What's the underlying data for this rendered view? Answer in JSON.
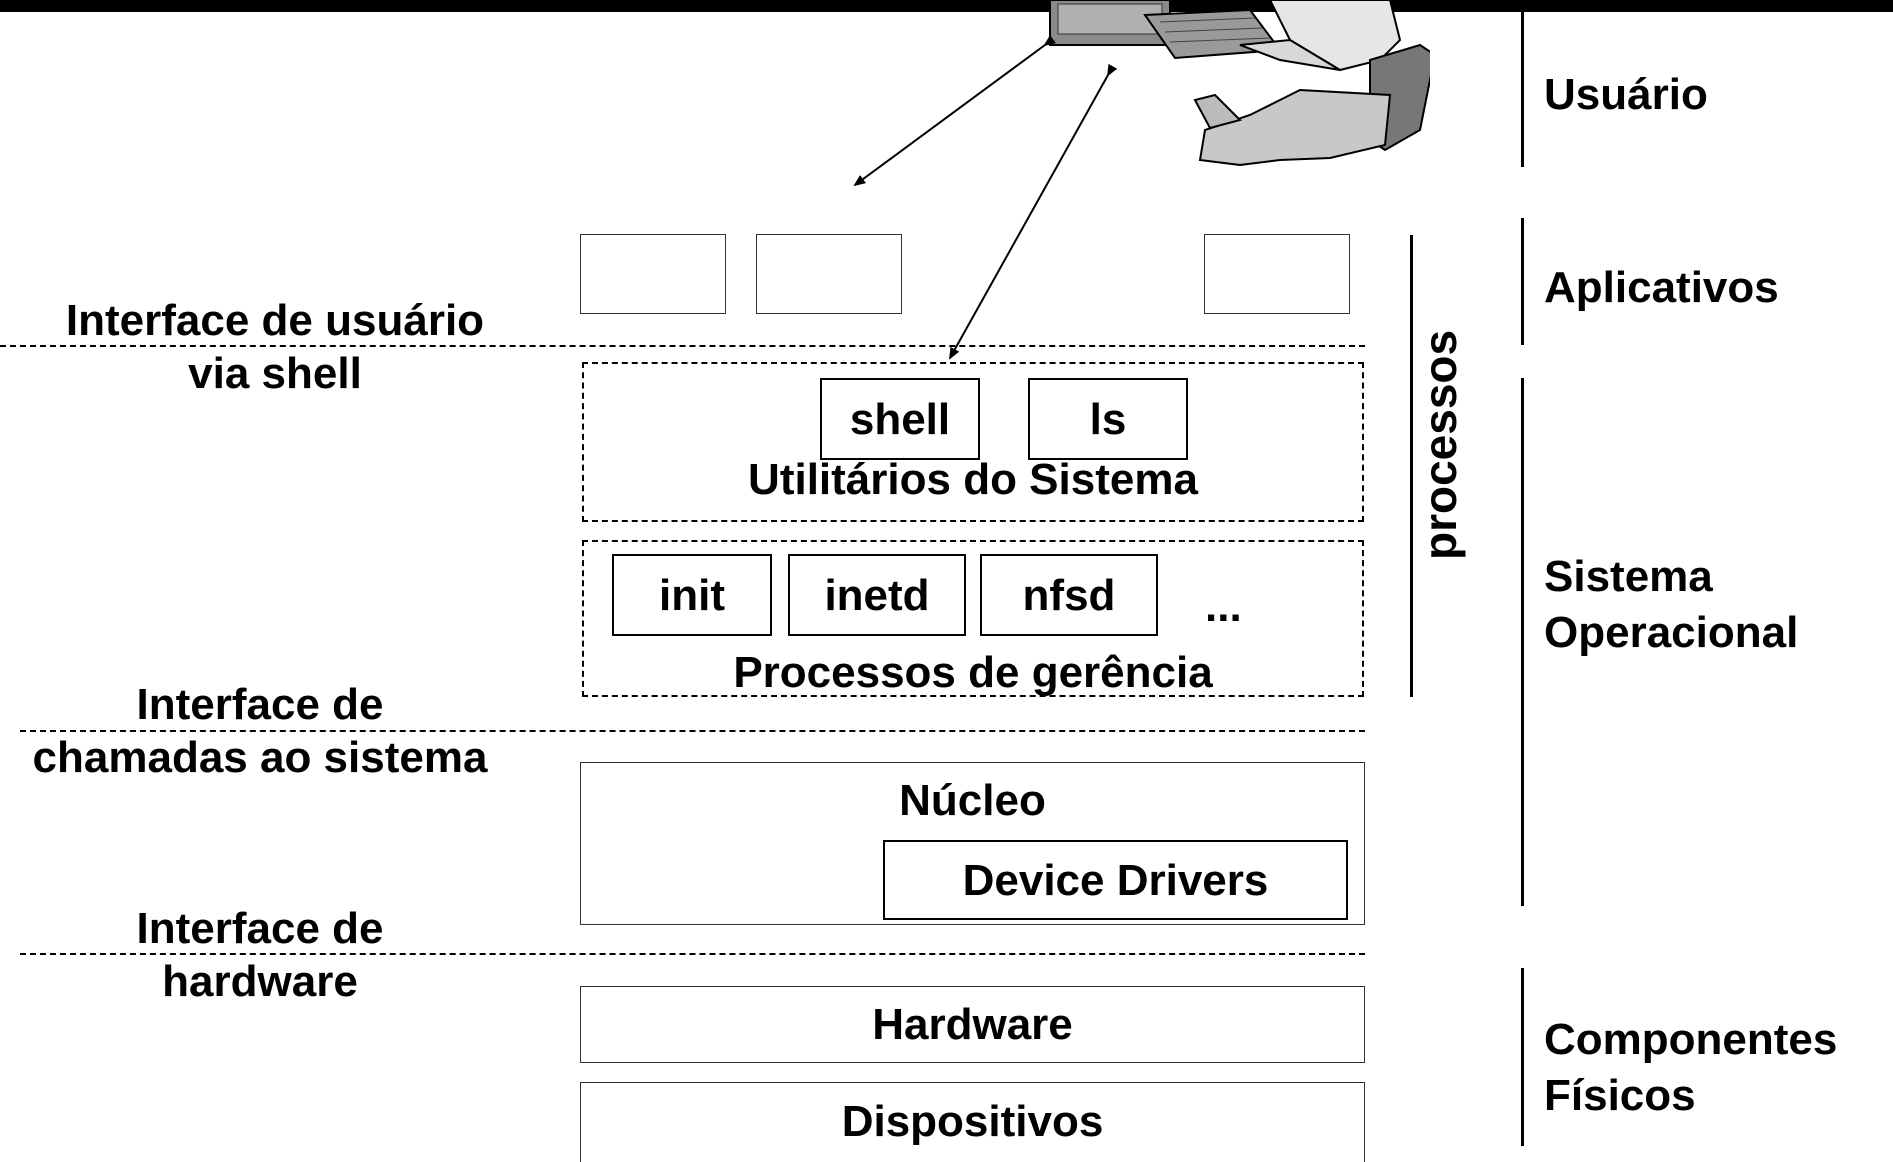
{
  "diagram": {
    "user_image": "user-at-computer-illustration",
    "interfaces": {
      "user_shell": [
        "Interface de usuário",
        "via shell"
      ],
      "syscall": [
        "Interface de",
        "chamadas ao sistema"
      ],
      "hardware": [
        "Interface de",
        "hardware"
      ]
    },
    "utilities": {
      "title": "Utilitários do Sistema",
      "items": [
        "shell",
        "ls"
      ]
    },
    "management": {
      "title": "Processos de gerência",
      "items": [
        "init",
        "inetd",
        "nfsd"
      ],
      "ellipsis": "..."
    },
    "kernel": {
      "title": "Núcleo",
      "drivers": "Device Drivers"
    },
    "hardware": "Hardware",
    "devices": "Dispositivos",
    "processes_label": "processos",
    "levels": {
      "user": "Usuário",
      "applications": "Aplicativos",
      "os": [
        "Sistema",
        "Operacional"
      ],
      "physical": [
        "Componentes",
        "Físicos"
      ]
    }
  }
}
